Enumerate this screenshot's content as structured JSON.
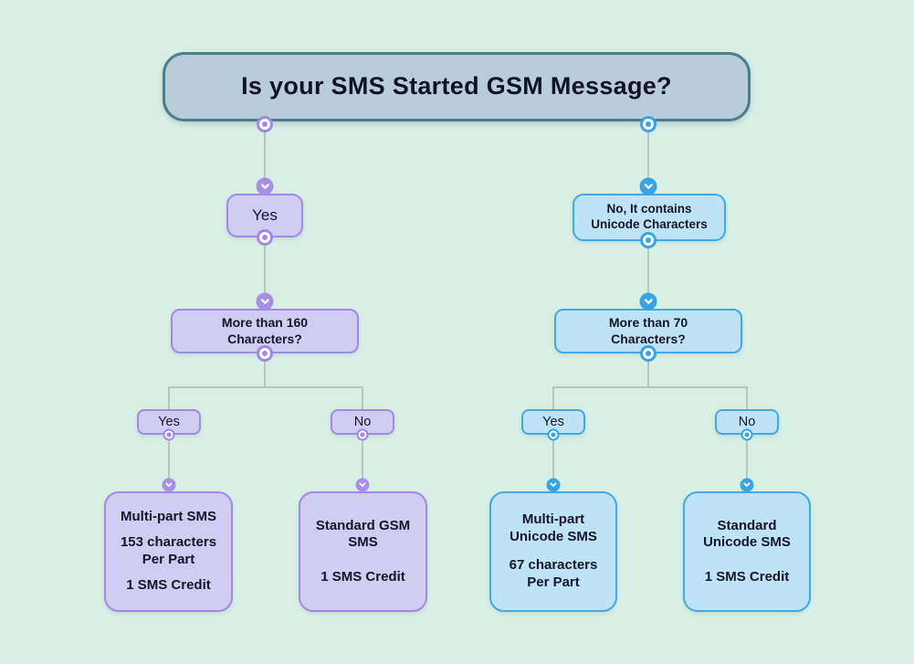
{
  "canvas": {
    "background": "#d7efe5"
  },
  "palette": {
    "title_fill": "#b7ced9",
    "title_border": "#4c7c8e",
    "purple_fill": "#d0ccf2",
    "purple_border": "#a189e8",
    "purple_accent": "#a287e9",
    "blue_fill": "#bfe3f6",
    "blue_border": "#44a8e8",
    "blue_accent": "#39a3e7",
    "connector_line": "#b4c8c2",
    "text": "#15152a"
  },
  "root": {
    "question": "Is your SMS Started GSM Message?"
  },
  "gsm": {
    "answer": "Yes",
    "question": "More than 160\nCharacters?",
    "sub_yes": "Yes",
    "sub_no": "No",
    "outcome_yes": {
      "lines": [
        "Multi-part SMS",
        "153 characters\nPer Part",
        "1 SMS Credit"
      ]
    },
    "outcome_no": {
      "lines": [
        "Standard GSM\nSMS",
        "1 SMS Credit"
      ]
    }
  },
  "unicode": {
    "answer": "No, It contains\nUnicode Characters",
    "question": "More than 70\nCharacters?",
    "sub_yes": "Yes",
    "sub_no": "No",
    "outcome_yes": {
      "lines": [
        "Multi-part\nUnicode SMS",
        "67 characters\nPer Part"
      ]
    },
    "outcome_no": {
      "lines": [
        "Standard\nUnicode SMS",
        "1 SMS Credit"
      ]
    }
  }
}
